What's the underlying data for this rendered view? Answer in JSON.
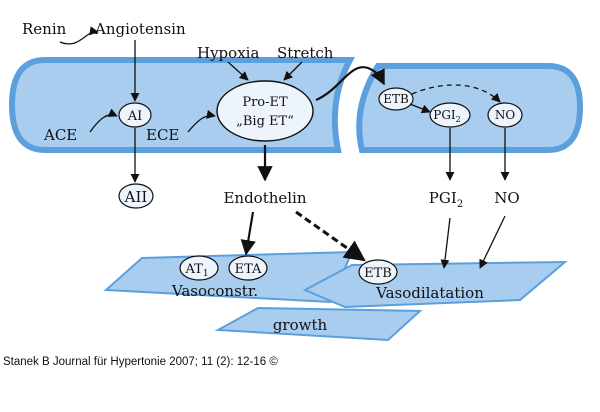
{
  "diagram": {
    "inputs": {
      "renin": "Renin",
      "angiotensin": "Angiotensin",
      "hypoxia": "Hypoxia",
      "stretch": "Stretch"
    },
    "enzymes": {
      "ace": "ACE",
      "ece": "ECE"
    },
    "nodes": {
      "ai": "AI",
      "aii": "AII",
      "pro_et_line1": "Pro-ET",
      "pro_et_line2": "„Big ET“",
      "etb_endo": "ETB",
      "pgi2_node_main": "PGI",
      "pgi2_node_sub": "2",
      "no_node": "NO",
      "at1_main": "AT",
      "at1_sub": "1",
      "eta": "ETA",
      "etb_smooth": "ETB"
    },
    "products": {
      "endothelin": "Endothelin",
      "pgi2_main": "PGI",
      "pgi2_sub": "2",
      "no": "NO"
    },
    "effects": {
      "vasoconstriction": "Vasoconstr.",
      "vasodilatation": "Vasodilatation",
      "growth": "growth"
    },
    "colors": {
      "cell_fill": "#a9cdee",
      "cell_border": "#5b9fdc",
      "smooth_fill": "#a9cdee",
      "node_fill": "#eef4fb"
    }
  },
  "caption": "Stanek B Journal für Hypertonie 2007; 11 (2): 12-16 ©"
}
